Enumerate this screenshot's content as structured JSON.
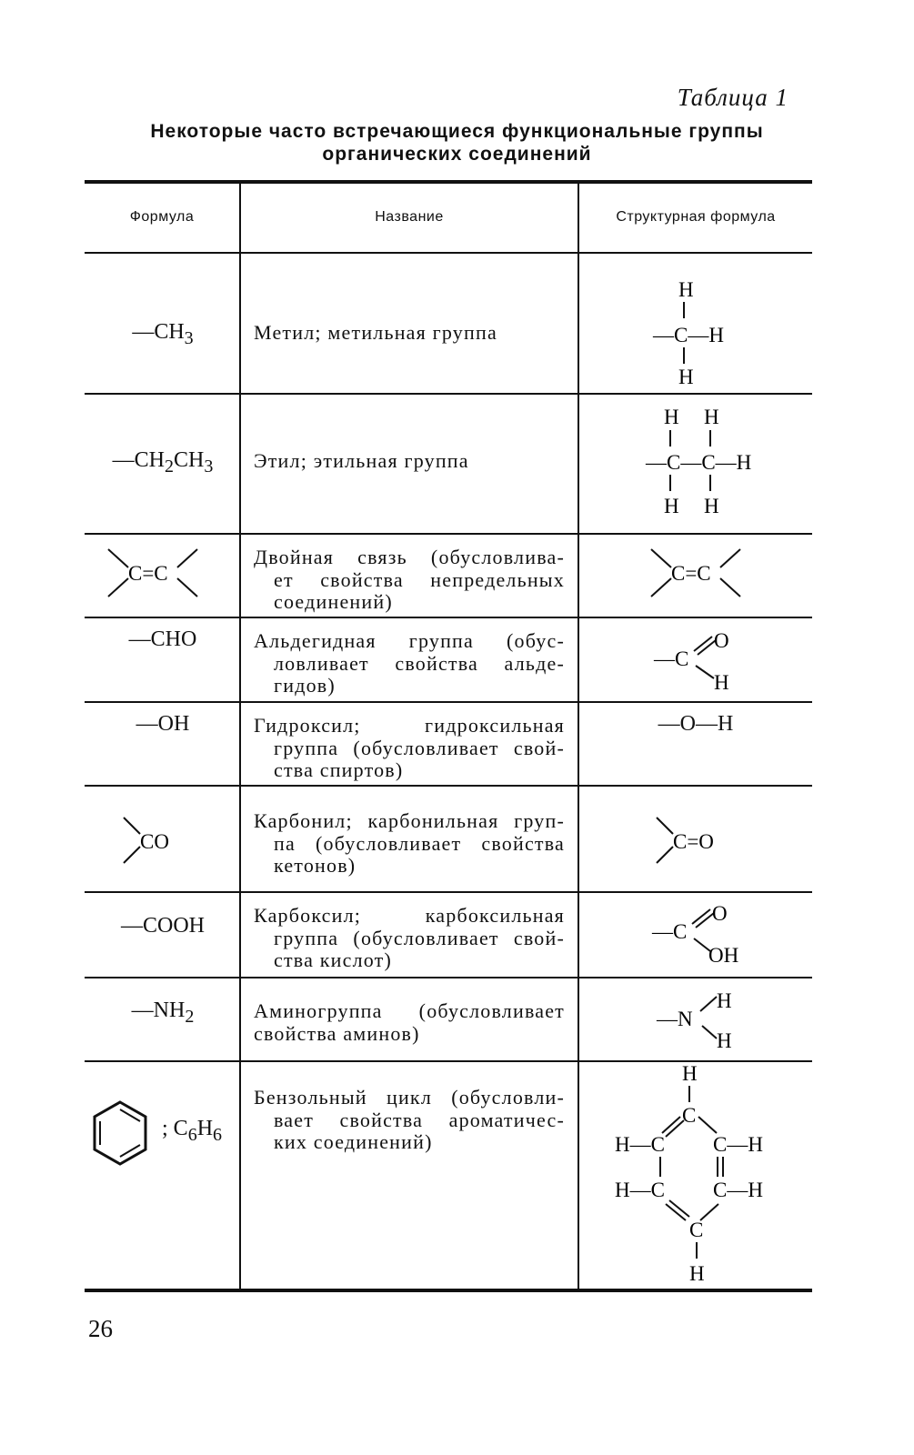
{
  "header": {
    "table_label": "Таблица 1",
    "title_line1": "Некоторые часто встречающиеся функциональные группы",
    "title_line2": "органических соединений"
  },
  "columns": [
    "Формула",
    "Название",
    "Структурная формула"
  ],
  "rows": [
    {
      "formula": "—CH",
      "formula_sub": "3",
      "name_lines": [
        "Метил; метильная группа"
      ]
    },
    {
      "formula": "—CH",
      "formula_sub": "2",
      "formula_b": "CH",
      "formula_sub_b": "3",
      "name_lines": [
        "Этил; этильная группа"
      ]
    },
    {
      "formula": "C=C",
      "name_lines": [
        "Двойная связь (обусловлива-",
        "ет свойства непредельных",
        "соединений)"
      ]
    },
    {
      "formula": "—CHO",
      "name_lines": [
        "Альдегидная группа (обус-",
        "ловливает свойства альде-",
        "гидов)"
      ]
    },
    {
      "formula": "—OH",
      "name_lines": [
        "Гидроксил; гидроксильная",
        "группа (обусловливает свой-",
        "ства спиртов)"
      ]
    },
    {
      "formula": "CO",
      "name_lines": [
        "Карбонил; карбонильная груп-",
        "па (обусловливает свойства",
        "кетонов)"
      ]
    },
    {
      "formula": "—COOH",
      "name_lines": [
        "Карбоксил; карбоксильная",
        "группа (обусловливает свой-",
        "ства кислот)"
      ]
    },
    {
      "formula": "—NH",
      "formula_sub": "2",
      "name_lines": [
        "Аминогруппа (обусловливает",
        "свойства аминов)"
      ]
    },
    {
      "formula": "; C",
      "formula_sub": "6",
      "formula_b": "H",
      "formula_sub_b": "6",
      "name_lines": [
        "Бензольный цикл (обусловли-",
        "вает свойства ароматичес-",
        "ких соединений)"
      ]
    }
  ],
  "structural": {
    "methyl": {
      "top": "H",
      "left": "—C—H",
      "bottom": "H"
    },
    "ethyl": {
      "h": "H",
      "chain": "—C—C—H"
    },
    "alkene": "C=C",
    "aldehyde": {
      "left": "—C",
      "o": "O",
      "h": "H"
    },
    "hydroxyl": "—O—H",
    "carbonyl": "C=O",
    "carboxyl": {
      "left": "—C",
      "o": "O",
      "oh": "OH"
    },
    "amino": {
      "left": "—N",
      "h": "H"
    },
    "benzene": {
      "h": "H",
      "c": "C",
      "hc": "H—C",
      "ch": "C—H"
    }
  },
  "page_number": "26"
}
